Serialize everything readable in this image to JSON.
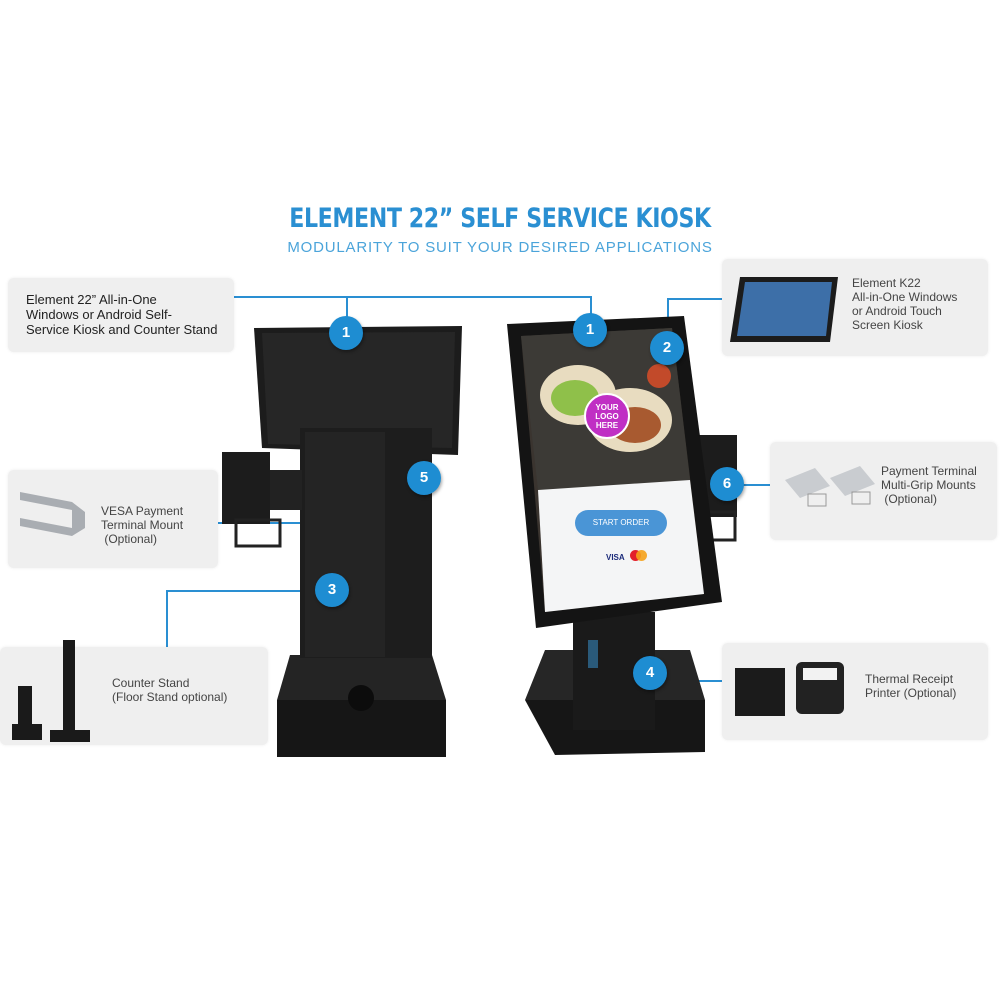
{
  "header": {
    "title": "ELEMENT 22” SELF SERVICE KIOSK",
    "subtitle": "MODULARITY TO SUIT YOUR DESIRED APPLICATIONS"
  },
  "callouts": {
    "main_kiosk": {
      "badge": "1",
      "lines": [
        "Element 22” All-in-One",
        "Windows or Android Self-",
        "Service Kiosk and Counter Stand"
      ]
    },
    "k22": {
      "badge": "2",
      "lines": [
        "Element K22",
        "All-in-One Windows",
        "or Android Touch",
        "Screen Kiosk"
      ]
    },
    "counter_stand": {
      "badge": "3",
      "lines": [
        "Counter Stand",
        "(Floor Stand optional)"
      ]
    },
    "printer": {
      "badge": "4",
      "lines": [
        "Thermal Receipt",
        "Printer (Optional)"
      ]
    },
    "vesa_mount": {
      "badge": "5",
      "lines": [
        "VESA Payment",
        "Terminal Mount",
        " (Optional)"
      ]
    },
    "multigrip": {
      "badge": "6",
      "lines": [
        "Payment Terminal",
        "Multi-Grip Mounts",
        " (Optional)"
      ]
    }
  },
  "kiosk_screen": {
    "logo_text": [
      "YOUR",
      "LOGO",
      "HERE"
    ],
    "start_button": "START ORDER",
    "payment_logos": [
      "VISA",
      "mastercard"
    ]
  },
  "colors": {
    "accent": "#1e8dd2",
    "logo_circle": "#c02fc4",
    "box_bg": "#efefef"
  }
}
